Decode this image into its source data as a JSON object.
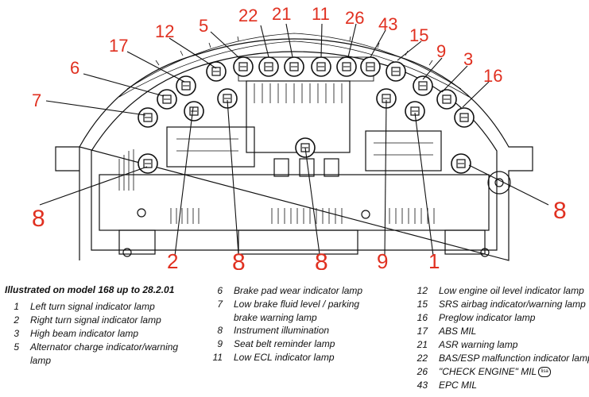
{
  "callouts": {
    "c22": "22",
    "c21": "21",
    "c11": "11",
    "c26": "26",
    "c43": "43",
    "c5": "5",
    "c12": "12",
    "c17": "17",
    "c6": "6",
    "c7": "7",
    "c15": "15",
    "c9top": "9",
    "c3": "3",
    "c16": "16",
    "c8left": "8",
    "c8right": "8",
    "c2": "2",
    "c8b1": "8",
    "c8b2": "8",
    "c9bottom": "9",
    "c1": "1"
  },
  "legend": {
    "title": "Illustrated on model 168 up to 28.2.01",
    "col1": [
      {
        "num": "1",
        "text": "Left turn signal indicator lamp"
      },
      {
        "num": "2",
        "text": "Right turn signal indicator lamp"
      },
      {
        "num": "3",
        "text": "High beam indicator lamp"
      },
      {
        "num": "5",
        "text": "Alternator charge indicator/warning",
        "text2": "lamp"
      }
    ],
    "col2": [
      {
        "num": "6",
        "text": "Brake pad wear indicator lamp"
      },
      {
        "num": "7",
        "text": "Low brake fluid level / parking",
        "text2": "brake warning lamp"
      },
      {
        "num": "8",
        "text": "Instrument illumination"
      },
      {
        "num": "9",
        "text": "Seat belt reminder lamp"
      },
      {
        "num": "11",
        "text": "Low ECL indicator lamp"
      }
    ],
    "col3": [
      {
        "num": "12",
        "text": "Low engine oil level indicator lamp"
      },
      {
        "num": "15",
        "text": "SRS airbag indicator/warning lamp"
      },
      {
        "num": "16",
        "text": "Preglow indicator lamp"
      },
      {
        "num": "17",
        "text": "ABS MIL"
      },
      {
        "num": "21",
        "text": "ASR warning lamp"
      },
      {
        "num": "22",
        "text": "BAS/ESP malfunction indicator lamp"
      },
      {
        "num": "26",
        "text": "\"CHECK ENGINE\" MIL",
        "badge": "lisa"
      },
      {
        "num": "43",
        "text": "EPC MIL"
      }
    ]
  }
}
